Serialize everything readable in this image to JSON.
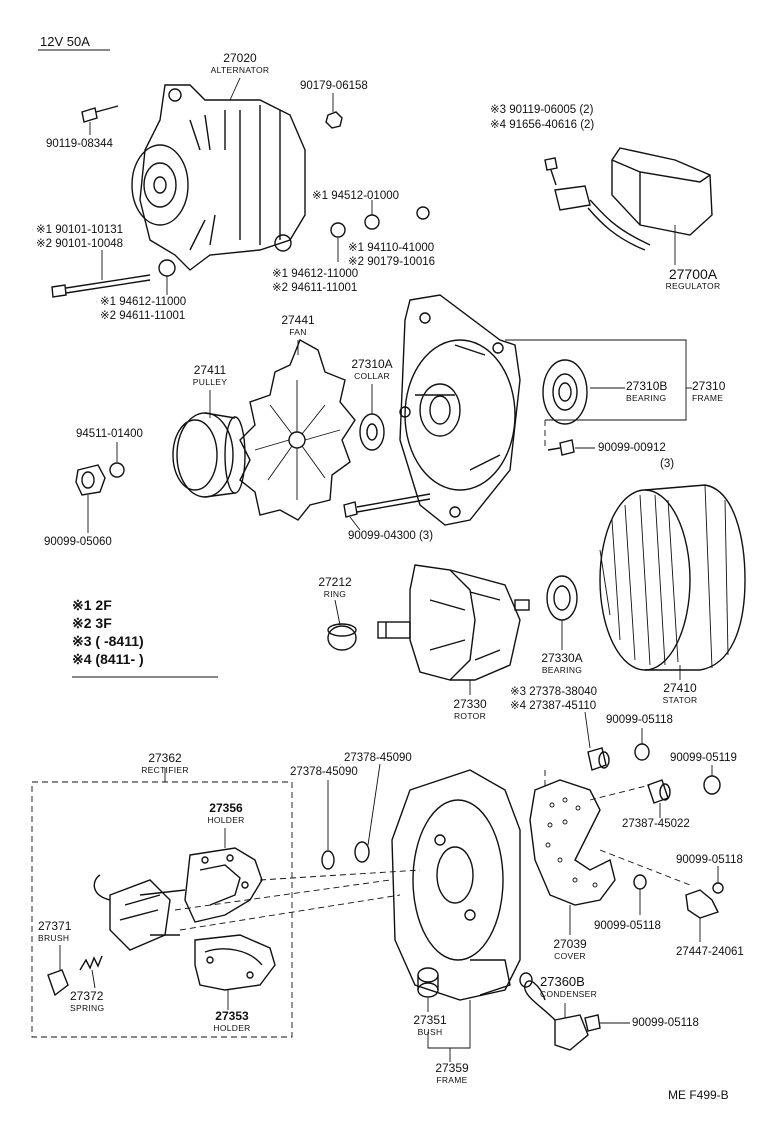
{
  "header": {
    "spec": "12V 50A"
  },
  "footer": {
    "code": "ME  F499-B"
  },
  "legend": [
    {
      "mark": "※1",
      "text": "2F"
    },
    {
      "mark": "※2",
      "text": "3F"
    },
    {
      "mark": "※3",
      "text": "(      -8411)"
    },
    {
      "mark": "※4",
      "text": "(8411-       )"
    }
  ],
  "parts": {
    "alternator": {
      "num": "27020",
      "name": "ALTERNATOR"
    },
    "regulator": {
      "num": "27700A",
      "name": "REGULATOR"
    },
    "fan": {
      "num": "27441",
      "name": "FAN"
    },
    "pulley": {
      "num": "27411",
      "name": "PULLEY"
    },
    "collar": {
      "num": "27310A",
      "name": "COLLAR"
    },
    "bearing_front": {
      "num": "27310B",
      "name": "BEARING"
    },
    "frame_front": {
      "num": "27310",
      "name": "FRAME"
    },
    "ring": {
      "num": "27212",
      "name": "RING"
    },
    "rotor": {
      "num": "27330",
      "name": "ROTOR"
    },
    "bearing_rear": {
      "num": "27330A",
      "name": "BEARING"
    },
    "stator": {
      "num": "27410",
      "name": "STATOR"
    },
    "rectifier": {
      "num": "27362",
      "name": "RECTIFIER"
    },
    "holder_upper": {
      "num": "27356",
      "name": "HOLDER"
    },
    "holder_lower": {
      "num": "27353",
      "name": "HOLDER"
    },
    "brush": {
      "num": "27371",
      "name": "BRUSH"
    },
    "spring": {
      "num": "27372",
      "name": "SPRING"
    },
    "cover": {
      "num": "27039",
      "name": "COVER"
    },
    "condenser": {
      "num": "27360B",
      "name": "CONDENSER"
    },
    "bush": {
      "num": "27351",
      "name": "BUSH"
    },
    "frame_rear": {
      "num": "27359",
      "name": "FRAME"
    }
  },
  "part_numbers": {
    "p_90119_08344": "90119-08344",
    "p_90179_06158": "90179-06158",
    "p_94512_01000": "※1 94512-01000",
    "p_94110_41000": "※1 94110-41000",
    "p_90179_10016": "※2 90179-10016",
    "p_94612_11000_a": "※1 94612-11000",
    "p_94611_11001_a": "※2 94611-11001",
    "p_90101_10131": "※1 90101-10131",
    "p_90101_10048": "※2 90101-10048",
    "p_94612_11000_b": "※1  94612-11000",
    "p_94611_11001_b": "※2  94611-11001",
    "p_90119_06005": "※3  90119-06005 (2)",
    "p_91656_40616": "※4  91656-40616 (2)",
    "p_94511_01400": "94511-01400",
    "p_90099_05060": "90099-05060",
    "p_90099_04300": "90099-04300 (3)",
    "p_90099_00912": "90099-00912",
    "p_90099_00912_qty": "(3)",
    "p_27378_38040": "※3 27378-38040",
    "p_27387_45110": "※4 27387-45110",
    "p_90099_05118_a": "90099-05118",
    "p_90099_05119": "90099-05119",
    "p_27387_45022": "27387-45022",
    "p_90099_05118_b": "90099-05118",
    "p_90099_05118_c": "90099-05118",
    "p_27447_24061": "27447-24061",
    "p_90099_05118_d": "90099-05118",
    "p_27378_45090_a": "27378-45090",
    "p_27378_45090_b": "27378-45090"
  }
}
